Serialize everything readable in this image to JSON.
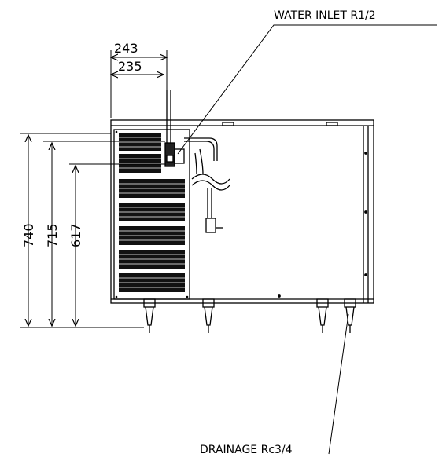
{
  "labels": {
    "water_inlet": "WATER INLET R1/2",
    "drainage": "DRAINAGE Rc3/4"
  },
  "dimensions": {
    "width_243": "243",
    "width_235": "235",
    "height_740": "740",
    "height_715": "715",
    "height_617": "617"
  },
  "colors": {
    "line": "#000000",
    "background": "#ffffff"
  }
}
